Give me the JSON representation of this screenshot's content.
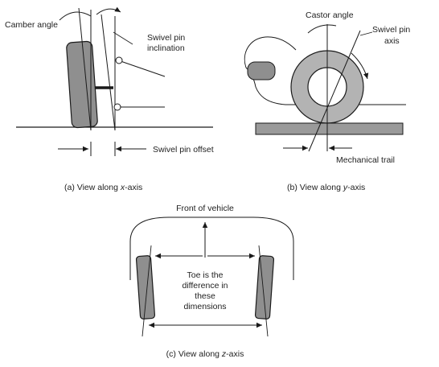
{
  "colors": {
    "tyre": "#8f8f8f",
    "ground": "#9a9a9a",
    "line": "#1a1a1a",
    "background": "#ffffff"
  },
  "panel_a": {
    "camber_angle": "Camber angle",
    "swivel_pin_inclination_1": "Swivel pin",
    "swivel_pin_inclination_2": "inclination",
    "swivel_pin_offset": "Swivel pin offset",
    "caption_prefix": "(a) View along ",
    "caption_axis": "x",
    "caption_suffix": "-axis"
  },
  "panel_b": {
    "castor_angle": "Castor angle",
    "swivel_pin_axis_1": "Swivel pin",
    "swivel_pin_axis_2": "axis",
    "mechanical_trail": "Mechanical trail",
    "caption_prefix": "(b) View along ",
    "caption_axis": "y",
    "caption_suffix": "-axis"
  },
  "panel_c": {
    "front_of_vehicle": "Front of vehicle",
    "toe_line_1": "Toe is the",
    "toe_line_2": "difference in",
    "toe_line_3": "these",
    "toe_line_4": "dimensions",
    "caption_prefix": "(c) View along ",
    "caption_axis": "z",
    "caption_suffix": "-axis"
  }
}
